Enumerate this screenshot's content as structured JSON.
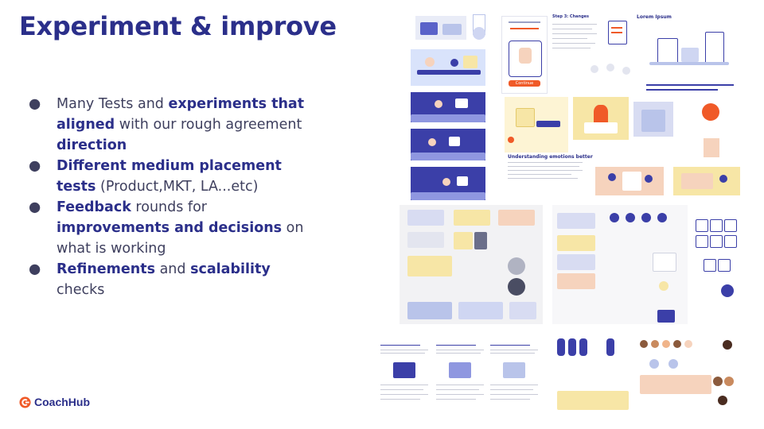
{
  "slide": {
    "title": "Experiment & improve",
    "bullets": [
      {
        "parts": [
          {
            "text": "Many Tests and ",
            "bold": false
          },
          {
            "text": "experiments that aligned",
            "bold": true
          },
          {
            "text": " with our rough agreement ",
            "bold": false
          },
          {
            "text": "direction",
            "bold": true
          }
        ]
      },
      {
        "parts": [
          {
            "text": "Different medium placement tests",
            "bold": true
          },
          {
            "text": " (Product,MKT, LA...etc)",
            "bold": false
          }
        ]
      },
      {
        "parts": [
          {
            "text": "Feedback",
            "bold": true
          },
          {
            "text": " rounds for ",
            "bold": false
          },
          {
            "text": "improvements and decisions",
            "bold": true
          },
          {
            "text": " on what is working",
            "bold": false
          }
        ]
      },
      {
        "parts": [
          {
            "text": "Refinements",
            "bold": true
          },
          {
            "text": " and ",
            "bold": false
          },
          {
            "text": "scalability",
            "bold": true
          },
          {
            "text": " checks",
            "bold": false
          }
        ]
      }
    ],
    "bullet_glyph": "●"
  },
  "collage": {
    "step_heading": "Step 3: Changes",
    "lorem_heading": "Lorem Ipsum",
    "emotions_heading": "Understanding emotions better",
    "button_label": "Continue"
  },
  "brand": {
    "name": "CoachHub",
    "logo_icon": "coachhub-logo-icon",
    "colors": {
      "title": "#2b2f8a",
      "body": "#3e3f5e",
      "accent": "#f05a28",
      "illustration_blue": "#3b3fa8",
      "illustration_yellow": "#f7e6a6",
      "illustration_peach": "#f6d3bd"
    }
  }
}
